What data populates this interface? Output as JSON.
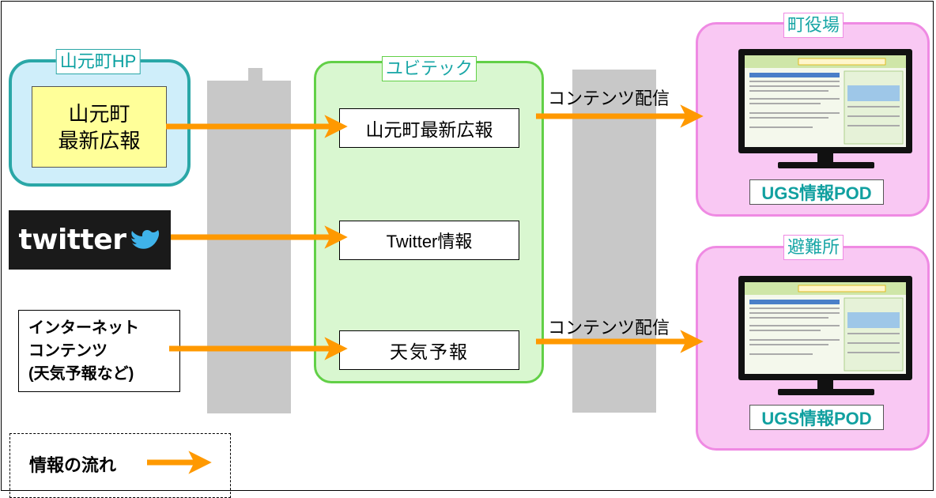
{
  "groups": {
    "yamamoto_hp": "山元町HP",
    "ubitec": "ユビテック",
    "town_hall": "町役場",
    "shelter": "避難所"
  },
  "sources": {
    "bulletin": "山元町\n最新広報",
    "twitter_logo": "twitter",
    "internet": "インターネット\nコンテンツ\n(天気予報など)"
  },
  "ubitec_items": [
    "山元町最新広報",
    "Twitter情報",
    "天気予報"
  ],
  "edge_labels": [
    "コンテンツ配信",
    "コンテンツ配信"
  ],
  "pod_labels": [
    "UGS情報POD",
    "UGS情報POD"
  ],
  "legend": {
    "label": "情報の流れ"
  },
  "colors": {
    "arrow": "#ff9900",
    "teal": "#2aa7a7",
    "green": "#62d047",
    "pink": "#ef8ae3"
  },
  "icons": [
    "monitor-icon",
    "monitor-icon",
    "arrow-icon"
  ]
}
